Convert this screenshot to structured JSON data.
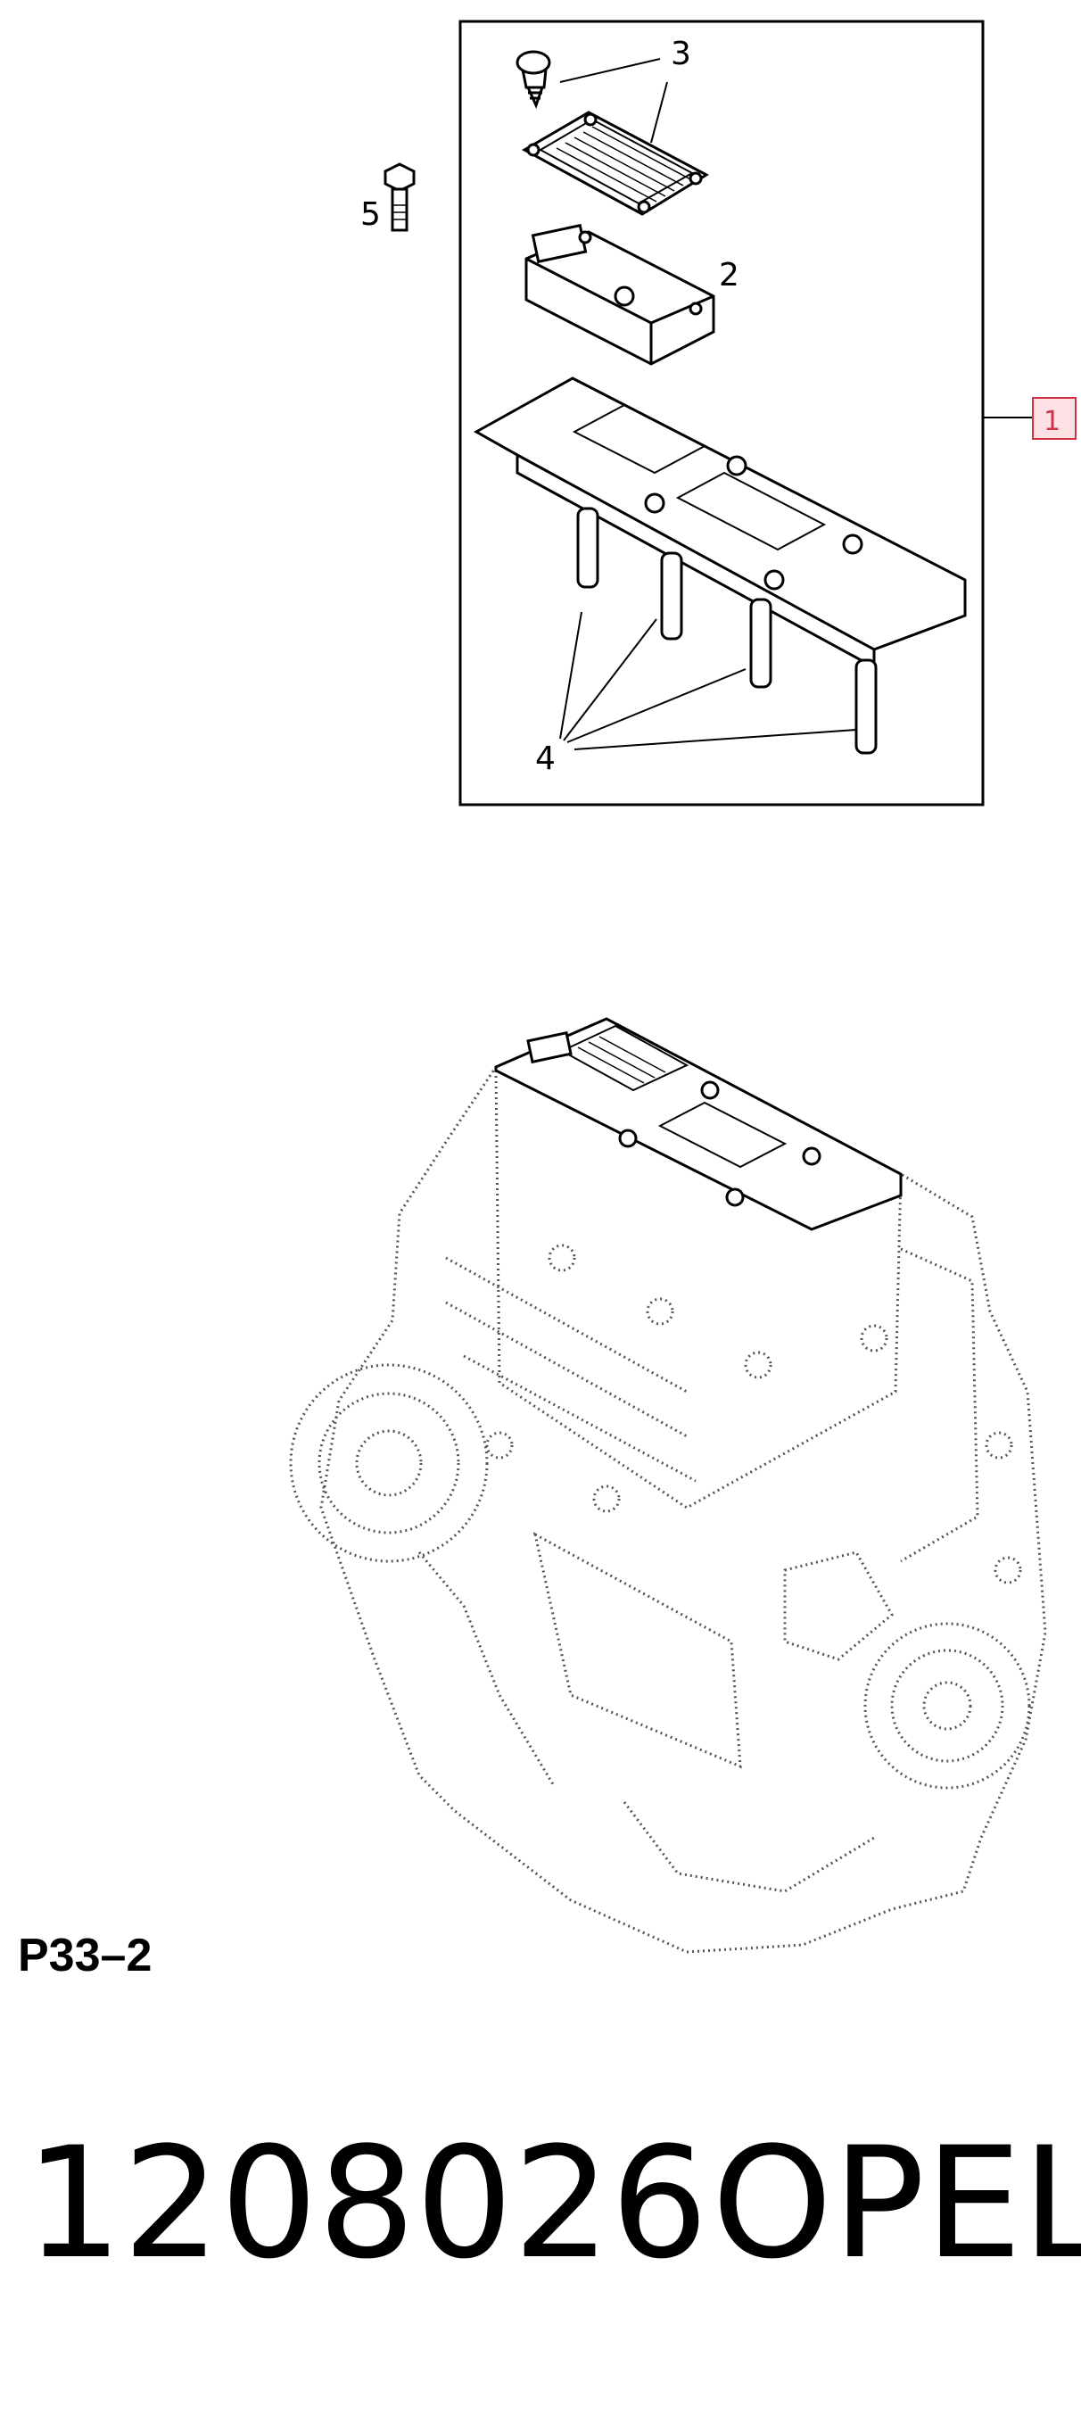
{
  "callouts": {
    "item_1": "1",
    "item_2": "2",
    "item_3": "3",
    "item_4": "4",
    "item_5": "5"
  },
  "diagram_code": "P33–2",
  "footer": {
    "part_number": "1208026",
    "brand": "OPEL"
  },
  "colors": {
    "reference_badge": "#cc3344",
    "reference_badge_fill": "#fde0e3",
    "line": "#000000",
    "dotted_engine": "#555555"
  }
}
